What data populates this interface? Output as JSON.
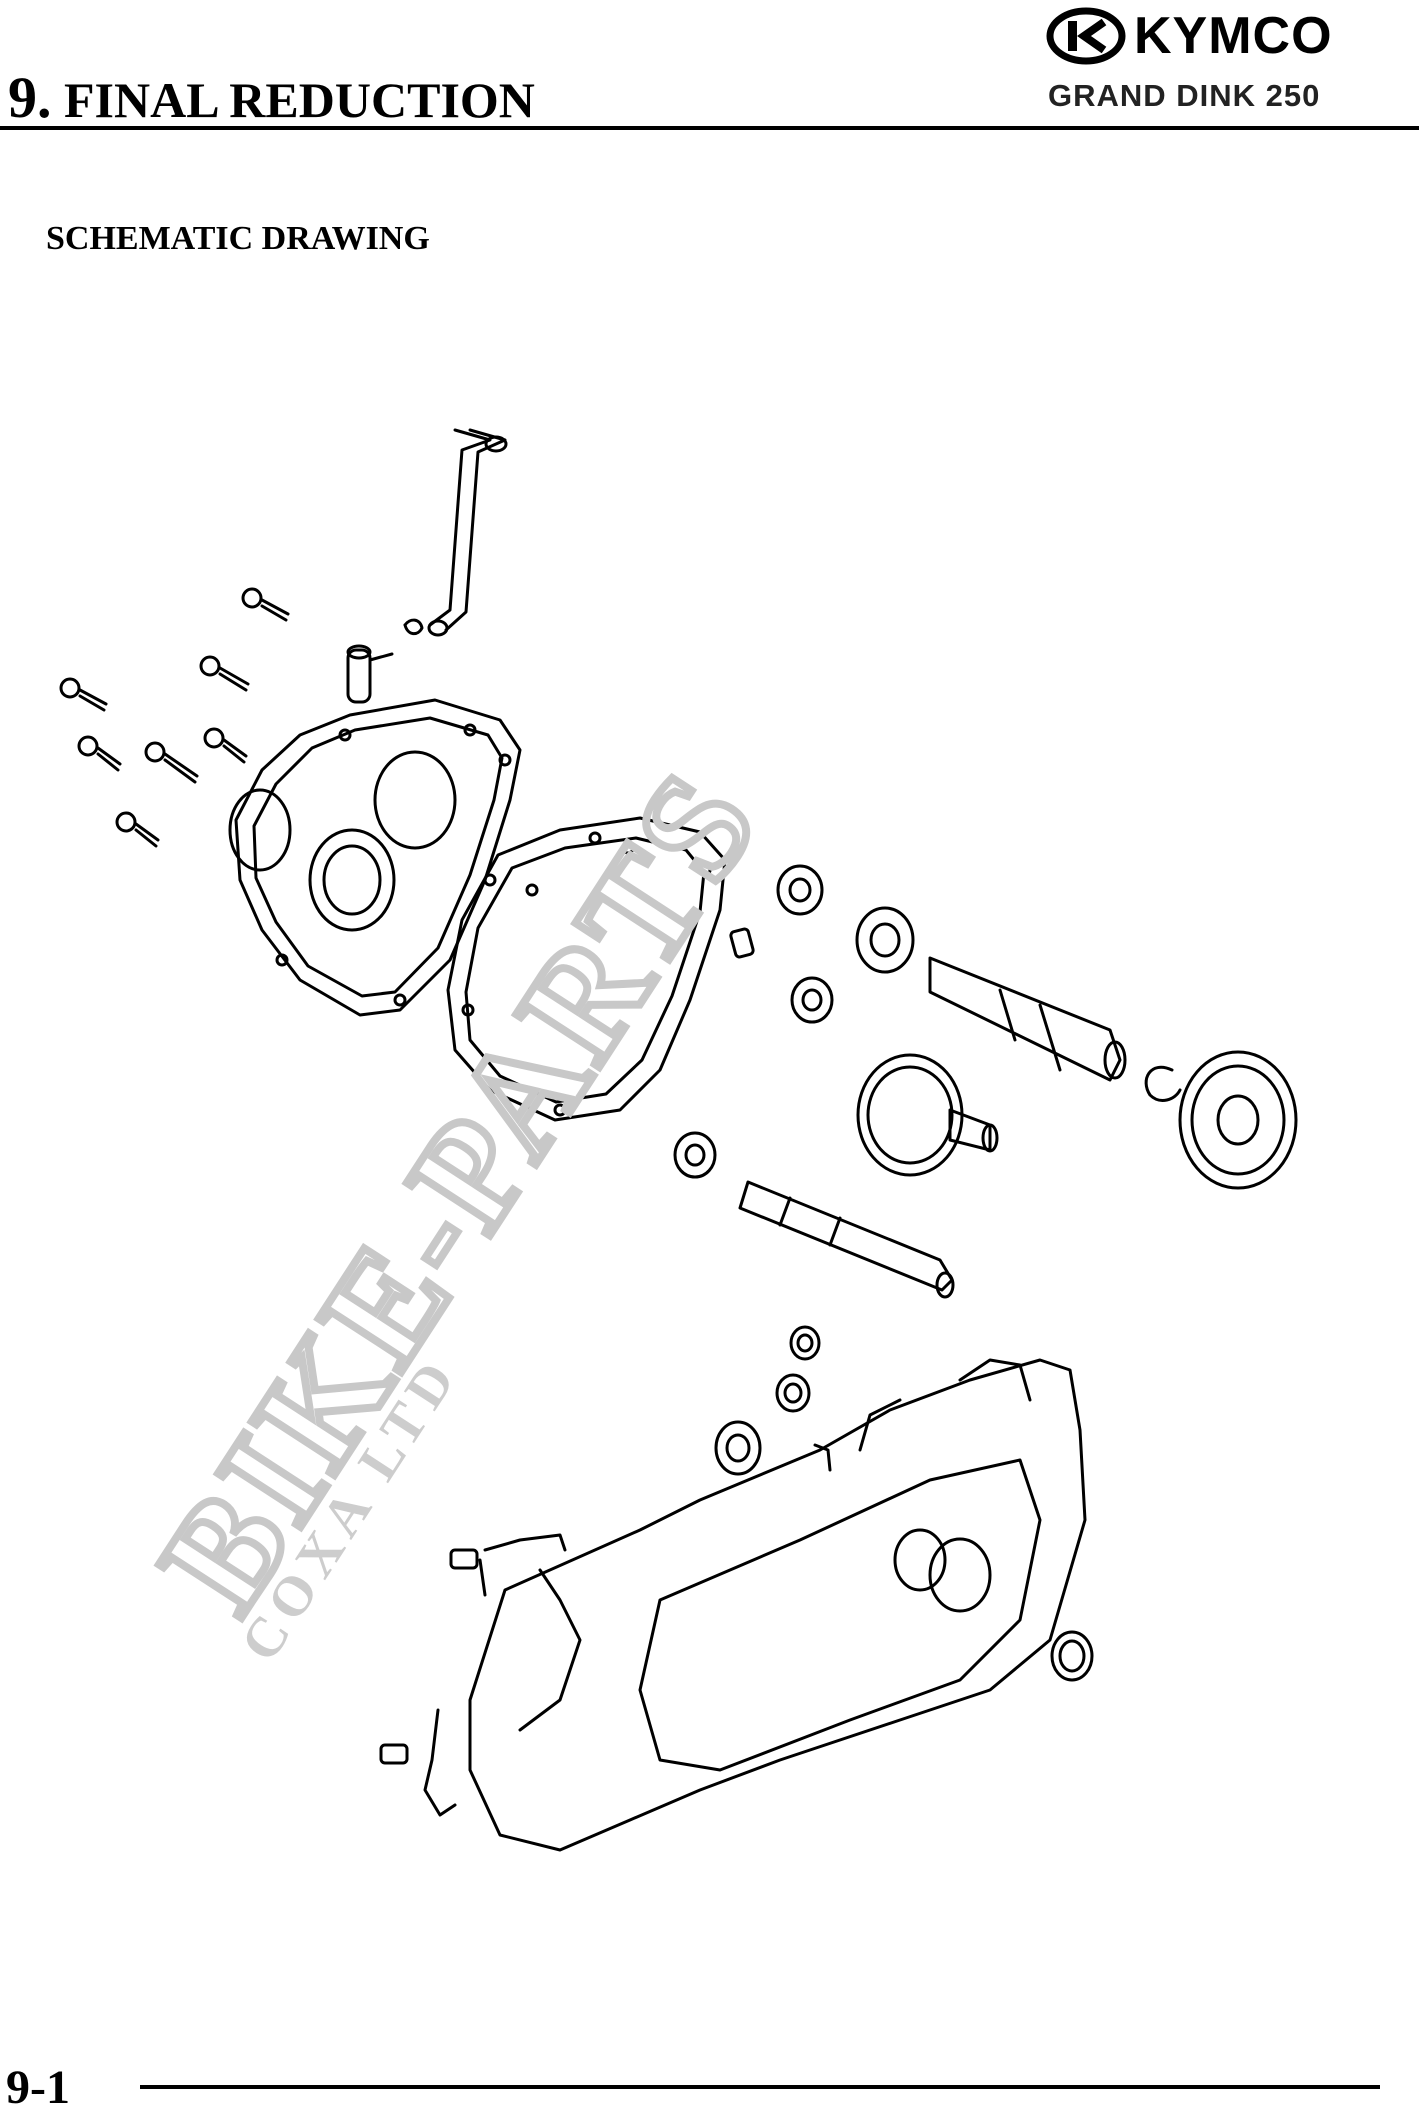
{
  "header": {
    "chapter_number": "9.",
    "chapter_title": "FINAL REDUCTION",
    "brand": "KYMCO",
    "model": "GRAND DINK 250"
  },
  "section": {
    "title": "SCHEMATIC DRAWING"
  },
  "watermark": {
    "main": "BIKE-PARTS",
    "sub": "COXA LTD"
  },
  "footer": {
    "page_number": "9-1"
  },
  "colors": {
    "ink": "#000000",
    "watermark": "#c8c8c8",
    "paper": "#ffffff"
  }
}
